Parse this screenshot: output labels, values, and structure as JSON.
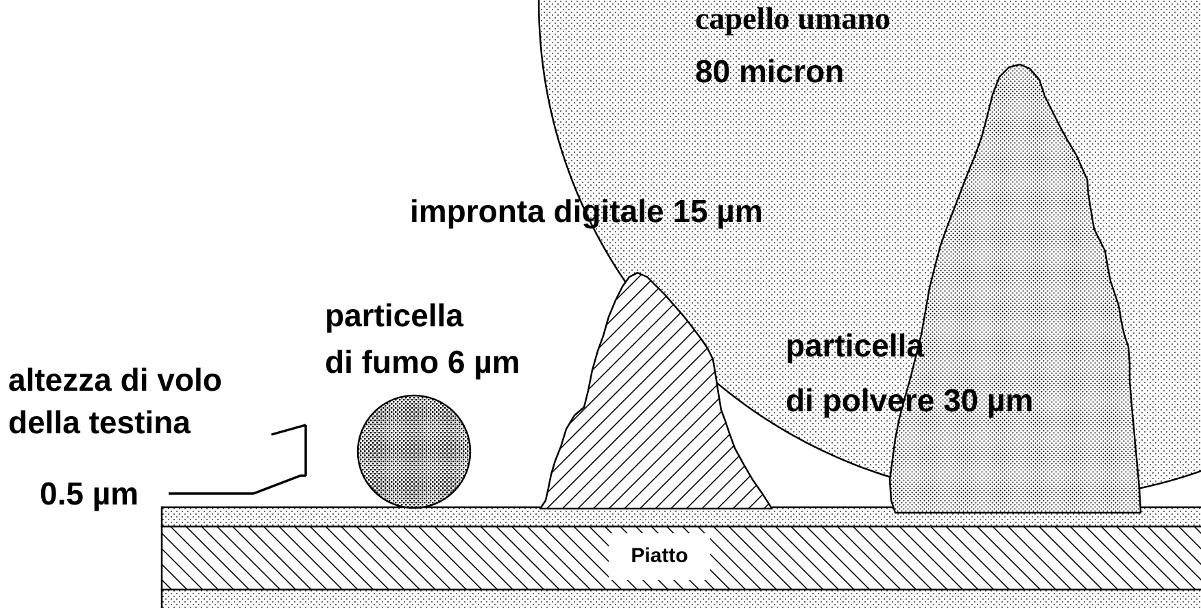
{
  "labels": {
    "hair_title": "capello umano",
    "hair_size": "80 micron",
    "fingerprint": "impronta digitale 15 µm",
    "smoke_line1": "particella",
    "smoke_line2": "di fumo 6 µm",
    "dust_line1": "particella",
    "dust_line2": "di polvere  30 µm",
    "flyheight_line1": "altezza di volo",
    "flyheight_line2": "della testina",
    "flyheight_value": "0.5 µm",
    "platter": "Piatto"
  },
  "colors": {
    "ink": "#000000",
    "paper": "#ffffff"
  }
}
